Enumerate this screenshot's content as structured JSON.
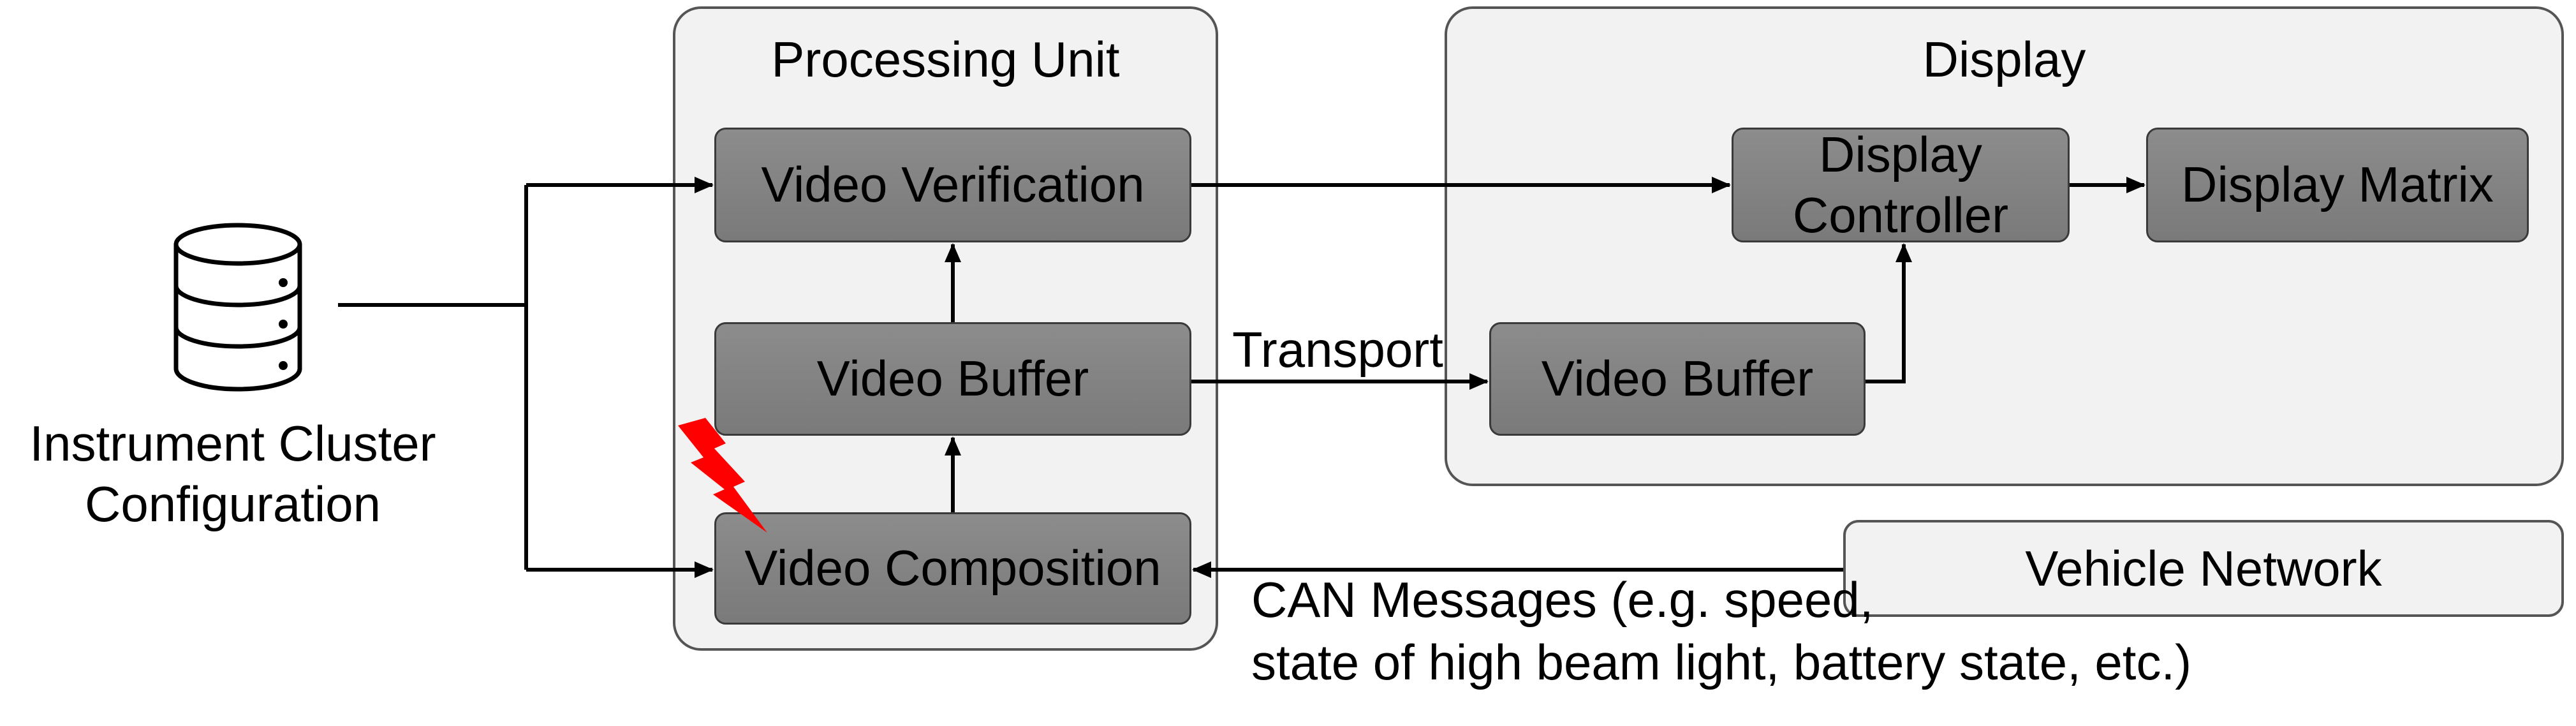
{
  "config": {
    "label_line1": "Instrument Cluster",
    "label_line2": "Configuration",
    "icon": "database-icon"
  },
  "processing_unit": {
    "title": "Processing Unit",
    "verification": "Video Verification",
    "buffer": "Video Buffer",
    "composition": "Video Composition",
    "fault_icon": "lightning-bolt-icon"
  },
  "display": {
    "title": "Display",
    "controller_line1": "Display",
    "controller_line2": "Controller",
    "matrix": "Display Matrix",
    "buffer": "Video Buffer"
  },
  "vehicle_network": "Vehicle Network",
  "edges": {
    "transport": "Transport",
    "can_line1": "CAN Messages (e.g. speed,",
    "can_line2": "state of high beam light, battery state, etc.)"
  },
  "colors": {
    "box_fill": "#808080",
    "container_fill": "#f2f2f2",
    "fault": "#ff0000"
  }
}
